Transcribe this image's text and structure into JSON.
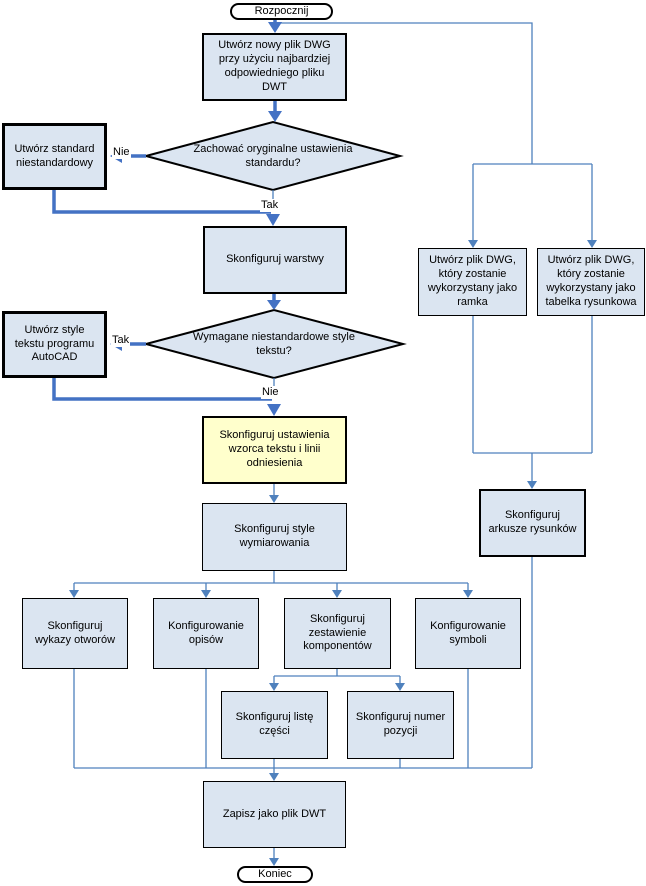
{
  "flowchart": {
    "type": "flowchart",
    "language": "pl",
    "nodes": {
      "start": "Rozpocznij",
      "create_dwg": "Utwórz nowy plik DWG\nprzy użyciu najbardziej\nodpowiedniego pliku\nDWT",
      "keep_standard_q": "Zachować oryginalne ustawienia\nstandardu?",
      "custom_standard": "Utwórz standard\nniestandardowy",
      "layers": "Skonfiguruj warstwy",
      "text_styles_q": "Wymagane niestandardowe style\ntekstu?",
      "autocad_text_styles": "Utwórz style\ntekstu programu\nAutoCAD",
      "text_leader_settings": "Skonfiguruj ustawienia\nwzorca tekstu i linii\nodniesienia",
      "dim_styles": "Skonfiguruj style\nwymiarowania",
      "hole_tables": "Skonfiguruj\nwykazy otworów",
      "annotations": "Konfigurowanie\nopisów",
      "component_list": "Skonfiguruj\nzestawienie\nkomponentów",
      "symbols": "Konfigurowanie\nsymboli",
      "parts_list": "Skonfiguruj listę\nczęści",
      "balloon_number": "Skonfiguruj numer\npozycji",
      "border_dwg": "Utwórz plik DWG,\nktóry zostanie\nwykorzystany jako\nramka",
      "titleblock_dwg": "Utwórz plik DWG,\nktóry zostanie\nwykorzystany jako\ntabelka rysunkowa",
      "drawing_sheets": "Skonfiguruj\narkusze rysunków",
      "save_dwt": "Zapisz jako plik DWT",
      "end": "Koniec"
    },
    "edge_labels": {
      "no1": "Nie",
      "yes1": "Tak",
      "yes2": "Tak",
      "no2": "Nie"
    },
    "colors": {
      "node_fill": "#dbe5f1",
      "highlight_fill": "#ffffcc",
      "node_border": "#000000",
      "flow_thick": "#4472c4",
      "flow_thin": "#4f81bd",
      "background": "#ffffff"
    }
  }
}
